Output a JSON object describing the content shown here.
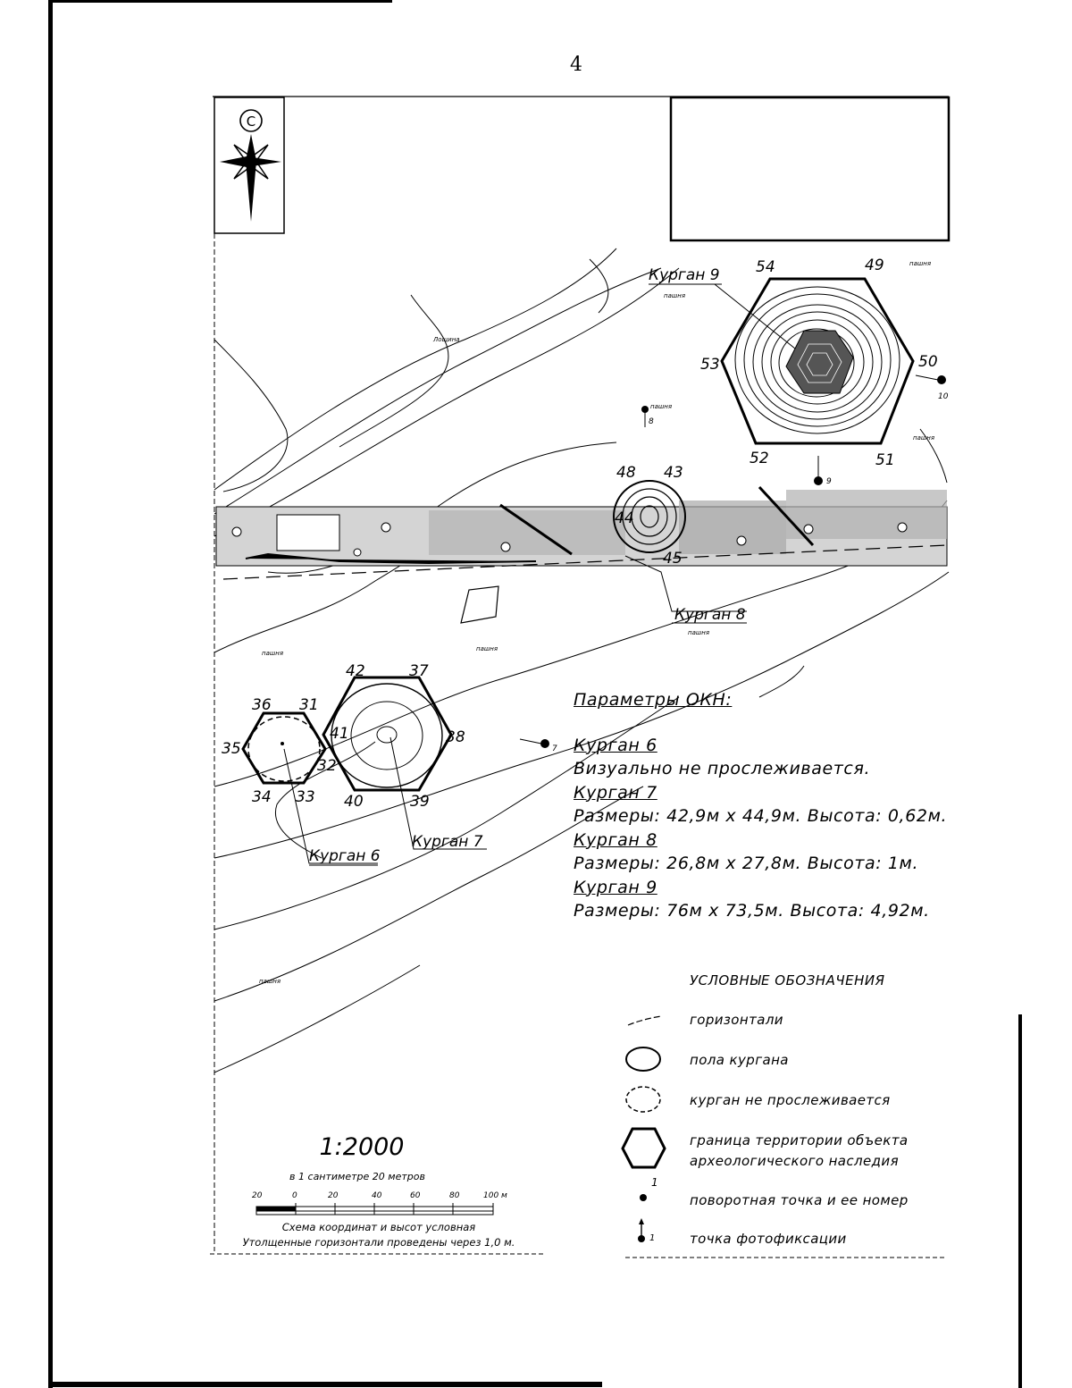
{
  "page": {
    "number": "4"
  },
  "compass": {
    "north_letter": "С"
  },
  "map_labels": {
    "kurgan_9": "Курган 9",
    "kurgan_8": "Курган 8",
    "kurgan_7": "Курган 7",
    "kurgan_6": "Курган 6",
    "land": "пашня",
    "gully": "Лощина"
  },
  "points": {
    "p54": "54",
    "p49": "49",
    "p53": "53",
    "p50": "50",
    "p52": "52",
    "p51": "51",
    "p48": "48",
    "p43": "43",
    "p45": "45",
    "p44": "44",
    "p42": "42",
    "p37": "37",
    "p36": "36",
    "p31": "31",
    "p35": "35",
    "p32": "32",
    "p34": "34",
    "p33": "33",
    "p40": "40",
    "p39": "39",
    "p38": "38",
    "p41": "41",
    "photo_10": "10",
    "photo_9": "9",
    "photo_8": "8",
    "photo_7": "7"
  },
  "params": {
    "title": "Параметры ОКН:",
    "k6_name": "Курган 6",
    "k6_text": "Визуально не прослеживается.",
    "k7_name": "Курган 7",
    "k7_text": "Размеры: 42,9м х 44,9м. Высота: 0,62м.",
    "k8_name": "Курган 8",
    "k8_text": "Размеры: 26,8м х 27,8м. Высота: 1м.",
    "k9_name": "Курган 9",
    "k9_text": "Размеры: 76м х 73,5м. Высота: 4,92м."
  },
  "legend": {
    "title": "УСЛОВНЫЕ ОБОЗНАЧЕНИЯ",
    "contours": "горизонтали",
    "kurgan_floor": "пола кургана",
    "kurgan_not_traced": "курган не прослеживается",
    "boundary_line1": "граница территории объекта",
    "boundary_line2": "археологического наследия",
    "turn_point": "поворотная точка и ее номер",
    "turn_point_num": "1",
    "photo_point": "точка фотофиксации",
    "photo_point_num": "1"
  },
  "scale": {
    "ratio": "1:2000",
    "per_cm": "в 1 сантиметре 20 метров",
    "ticks": [
      "20",
      "0",
      "20",
      "40",
      "60",
      "80",
      "100 м"
    ],
    "note_line1": "Схема координат и высот условная",
    "note_line2": "Утолщенные горизонтали проведены через 1,0 м."
  }
}
